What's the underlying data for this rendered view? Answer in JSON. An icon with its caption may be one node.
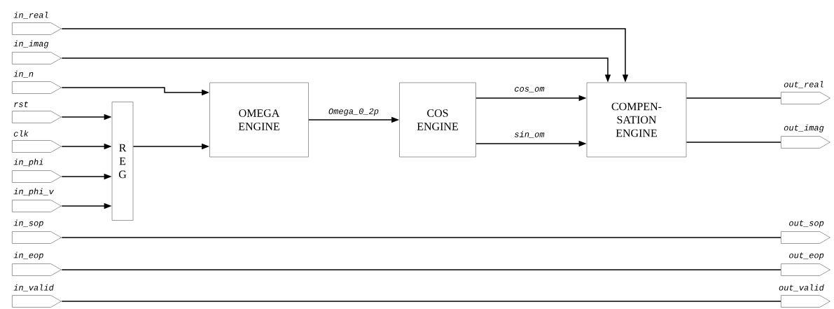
{
  "diagram": {
    "nodes": [
      {
        "text": [
          "in_real"
        ]
      },
      {
        "text": [
          "in_imag"
        ]
      },
      {
        "text": [
          "in_n"
        ]
      },
      {
        "text": [
          "rst"
        ]
      },
      {
        "text": [
          "clk"
        ]
      },
      {
        "text": [
          "in_phi"
        ]
      },
      {
        "text": [
          "in_phi_v"
        ]
      },
      {
        "text": [
          "in_sop"
        ]
      },
      {
        "text": [
          "in_eop"
        ]
      },
      {
        "text": [
          "in_valid"
        ]
      },
      {
        "text": [
          "R E G"
        ]
      },
      {
        "text": [
          "OMEGA ENGINE"
        ]
      },
      {
        "text": [
          "COS ENGINE"
        ]
      },
      {
        "text": [
          "COMPEN- SATION ENGINE"
        ]
      },
      {
        "text": [
          "out_real"
        ]
      },
      {
        "text": [
          "out_imag"
        ]
      },
      {
        "text": [
          "out_sop"
        ]
      },
      {
        "text": [
          "out_eop"
        ]
      },
      {
        "text": [
          "out_valid"
        ]
      }
    ],
    "edges": [
      {
        "from": 0,
        "to": 13,
        "arrow": "to"
      },
      {
        "from": 1,
        "to": 13,
        "arrow": "to"
      },
      {
        "from": 2,
        "to": 11,
        "arrow": "to"
      },
      {
        "from": 3,
        "to": 10,
        "arrow": "to"
      },
      {
        "from": 4,
        "to": 10,
        "arrow": "to"
      },
      {
        "from": 5,
        "to": 10,
        "arrow": "to"
      },
      {
        "from": 6,
        "to": 10,
        "arrow": "to"
      },
      {
        "from": 10,
        "to": 11,
        "arrow": "to"
      },
      {
        "from": 11,
        "to": 12,
        "arrow": "to",
        "label": "Omega_0_2p"
      },
      {
        "from": 12,
        "to": 13,
        "arrow": "to",
        "label": "cos_om"
      },
      {
        "from": 12,
        "to": 13,
        "arrow": "to",
        "label": "sin_om"
      },
      {
        "from": 13,
        "to": 14,
        "arrow": "none"
      },
      {
        "from": 13,
        "to": 15,
        "arrow": "none"
      },
      {
        "from": 7,
        "to": 16,
        "arrow": "none"
      },
      {
        "from": 8,
        "to": 17,
        "arrow": "none"
      },
      {
        "from": 9,
        "to": 18,
        "arrow": "none"
      }
    ]
  }
}
